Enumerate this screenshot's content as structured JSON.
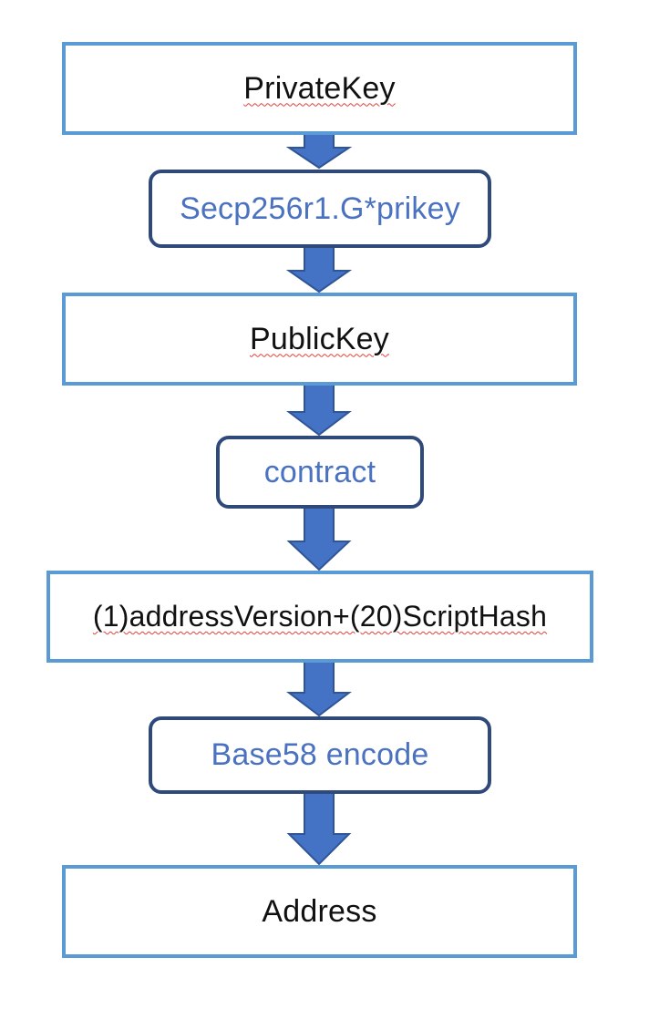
{
  "steps": [
    {
      "label": "PrivateKey",
      "kind": "data"
    },
    {
      "label": "Secp256r1.G*prikey",
      "kind": "process"
    },
    {
      "label": "PublicKey",
      "kind": "data"
    },
    {
      "label": "contract",
      "kind": "process"
    },
    {
      "label": "(1)addressVersion+(20)ScriptHash",
      "kind": "data"
    },
    {
      "label": "Base58 encode",
      "kind": "process"
    },
    {
      "label": "Address",
      "kind": "data"
    }
  ],
  "colors": {
    "data_border": "#5b9bd5",
    "process_border": "#2f4a7a",
    "process_text": "#4a72c0",
    "arrow_fill": "#4472c4",
    "arrow_stroke": "#2f5597"
  }
}
